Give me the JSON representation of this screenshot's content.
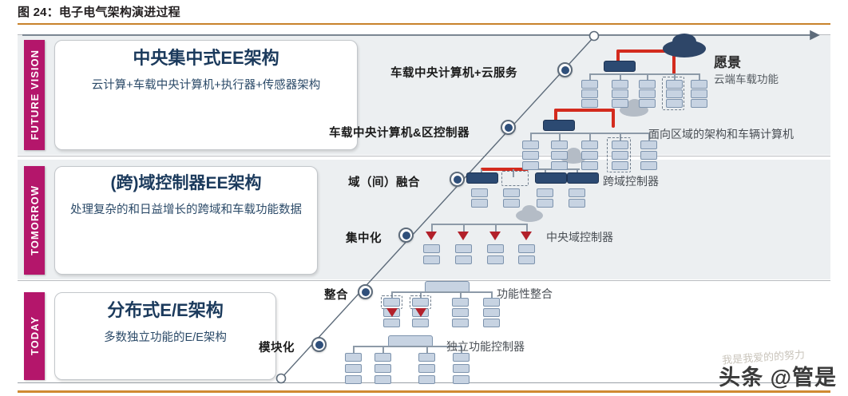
{
  "figure": {
    "caption": "图 24：电子电气架构演进过程",
    "accent_color": "#c8822b"
  },
  "eras": [
    {
      "id": "future",
      "label": "FUTURE VISION",
      "color": "#b4166b"
    },
    {
      "id": "tomorrow",
      "label": "TOMORROW",
      "color": "#b4166b"
    },
    {
      "id": "today",
      "label": "TODAY",
      "color": "#b4166b"
    }
  ],
  "cards": [
    {
      "id": "future",
      "title": "中央集中式EE架构",
      "subtitle": "云计算+车载中央计算机+执行器+传感器架构"
    },
    {
      "id": "tomorrow",
      "title": "(跨)域控制器EE架构",
      "subtitle": "处理复杂的和日益增长的跨域和车载功能数据"
    },
    {
      "id": "today",
      "title": "分布式E/E架构",
      "subtitle": "多数独立功能的E/E架构"
    }
  ],
  "stages": [
    {
      "id": "modular",
      "label": "模块化",
      "right_caption": "独立功能控制器"
    },
    {
      "id": "integration",
      "label": "整合",
      "right_caption": "功能性整合"
    },
    {
      "id": "centralized",
      "label": "集中化",
      "right_caption": "中央域控制器"
    },
    {
      "id": "domain-fusion",
      "label": "域（间）融合",
      "right_caption": "跨域控制器"
    },
    {
      "id": "vehicle-computer-zone",
      "label": "车载中央计算机&区控制器",
      "right_caption": "面向区域的架构和车辆计算机"
    },
    {
      "id": "vehicle-computer-cloud",
      "label": "车载中央计算机+云服务",
      "right_caption": ""
    }
  ],
  "vision": {
    "title": "愿景",
    "subtitle": "云端车载功能"
  },
  "watermark": {
    "text": "头条 @管是",
    "ghost": "我是我爱的的努力"
  },
  "colors": {
    "era_magenta": "#b4166b",
    "card_title": "#1b3a5c",
    "block_fill": "#c7d3e2",
    "block_stroke": "#7d93ad",
    "red_link": "#d32b1e",
    "arrow": "#5d6b7a"
  }
}
